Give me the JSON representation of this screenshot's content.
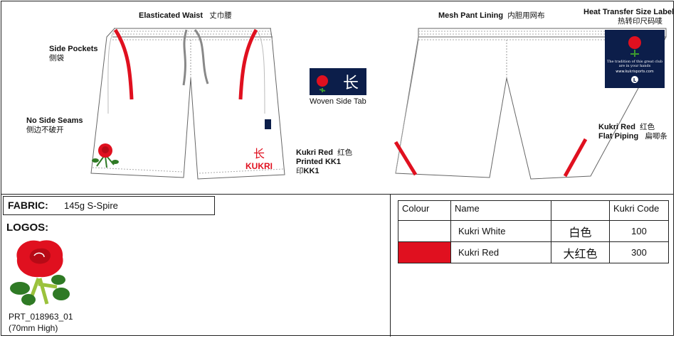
{
  "annotations": {
    "waist": {
      "en": "Elasticated Waist",
      "cn": "丈巾腰"
    },
    "pockets": {
      "en": "Side Pockets",
      "cn": "侧袋"
    },
    "seams": {
      "en": "No Side Seams",
      "cn": "侧边不破开"
    },
    "print": {
      "line1": "Kukri Red",
      "line1_cn": "红色",
      "line2": "Printed KK1",
      "line3_cn": "印",
      "line3": "KK1"
    },
    "woven": {
      "caption": "Woven Side Tab"
    },
    "mesh": {
      "en": "Mesh Pant Lining",
      "cn": "内胆用网布"
    },
    "heat": {
      "en": "Heat Transfer Size Label",
      "cn": "热转印尺码唛"
    },
    "piping": {
      "line1": "Kukri Red",
      "line1_cn": "红色",
      "line2": "Flat Piping",
      "line2_cn": "扁唧条"
    }
  },
  "label_art": {
    "line1": "The tradition of this great club",
    "line2": "are in your hands",
    "url": "www.kukrisports.com",
    "size": "L"
  },
  "brand": {
    "wordmark": "KUKRI",
    "glyph": "长"
  },
  "fabric": {
    "label": "FABRIC:",
    "value": "145g S-Spire"
  },
  "logos": {
    "title": "LOGOS:",
    "code": "PRT_018963_01",
    "size": "(70mm High)"
  },
  "colour_table": {
    "headers": {
      "colour": "Colour",
      "name": "Name",
      "blank": "",
      "code": "Kukri Code"
    },
    "rows": [
      {
        "swatch": "#ffffff",
        "name": "Kukri White",
        "cn": "白色",
        "code": "100"
      },
      {
        "swatch": "#e0101f",
        "name": "Kukri Red",
        "cn": "大红色",
        "code": "300"
      }
    ]
  },
  "colors": {
    "kukri_red": "#e0101f",
    "navy": "#0c1e4a",
    "rose_green": "#2f7a25"
  }
}
